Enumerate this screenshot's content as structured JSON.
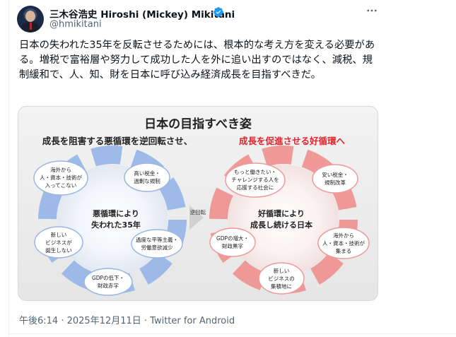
{
  "author": {
    "display_name": "三木谷浩史 Hiroshi (Mickey) Mikitani",
    "handle": "@hmikitani",
    "verified_icon": "verified-badge-icon",
    "avatar_icon": "profile-photo"
  },
  "tweet": {
    "text": "日本の失われた35年を反転させるためには、根本的な考え方を変える必要がある。増税で富裕層や努力して成功した人を外に追い出すのではなく、減税、規制緩和で、人、知、財を日本に呼び込み経済成長を目指すべきだ。",
    "more_icon": "more-options-icon",
    "footer": "午後6:14 · 2025年12月11日 · Twitter for Android"
  },
  "image": {
    "title": "日本の目指すべき姿",
    "subtitle_black": "成長を阻害する悪循環を逆回転させ、",
    "subtitle_red": "成長を促進させる好循環へ",
    "arrow_label": "逆回転",
    "colors": {
      "blue": "#7a9fdc",
      "red": "#ef6a6a",
      "title_red": "#e8202a"
    },
    "left_cycle": {
      "center_line1": "悪循環により",
      "center_line2": "失われた35年",
      "items": [
        {
          "lines": [
            "海外から",
            "人・資本・技術が",
            "入ってこない"
          ]
        },
        {
          "lines": [
            "高い税金・",
            "過剰な規制"
          ]
        },
        {
          "lines": [
            "過度な平等主義・",
            "労働意欲減少"
          ]
        },
        {
          "lines": [
            "GDPの低下・",
            "財政赤字"
          ]
        },
        {
          "lines": [
            "新しい",
            "ビジネスが",
            "誕生しない"
          ]
        }
      ]
    },
    "right_cycle": {
      "center_line1": "好循環により",
      "center_line2": "成長し続ける日本",
      "items": [
        {
          "lines": [
            "もっと働きたい・",
            "チャレンジする人を",
            "応援する社会に"
          ]
        },
        {
          "lines": [
            "安い税金・",
            "規制改革"
          ]
        },
        {
          "lines": [
            "海外から",
            "人・資本・技術が",
            "集まる"
          ]
        },
        {
          "lines": [
            "新しい",
            "ビジネスの",
            "集積地に"
          ]
        },
        {
          "lines": [
            "GDPの増大・",
            "財政黒字"
          ]
        }
      ]
    }
  }
}
